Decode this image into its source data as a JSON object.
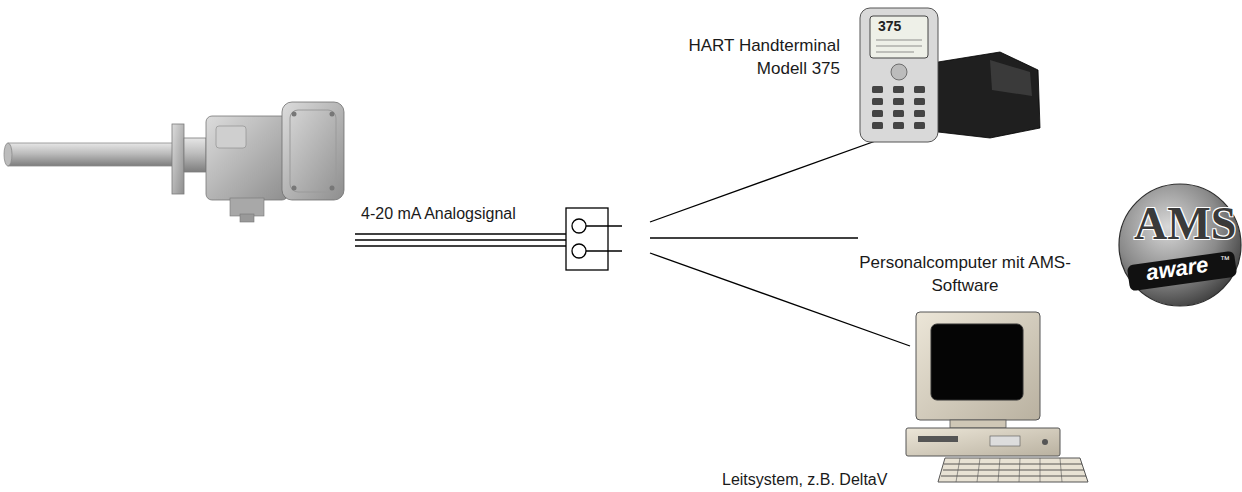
{
  "diagram": {
    "nodes": [
      {
        "text": [
          "HART Handterminal Modell 375"
        ]
      },
      {
        "text": [
          "Personalcomputer mit AMS-Software"
        ]
      },
      {
        "text": [
          "Leitsystem, z.B. DeltaV"
        ]
      }
    ],
    "labels": [
      "4-20 mA Analogsignal",
      "375",
      "AMS",
      "aware",
      "™"
    ]
  }
}
